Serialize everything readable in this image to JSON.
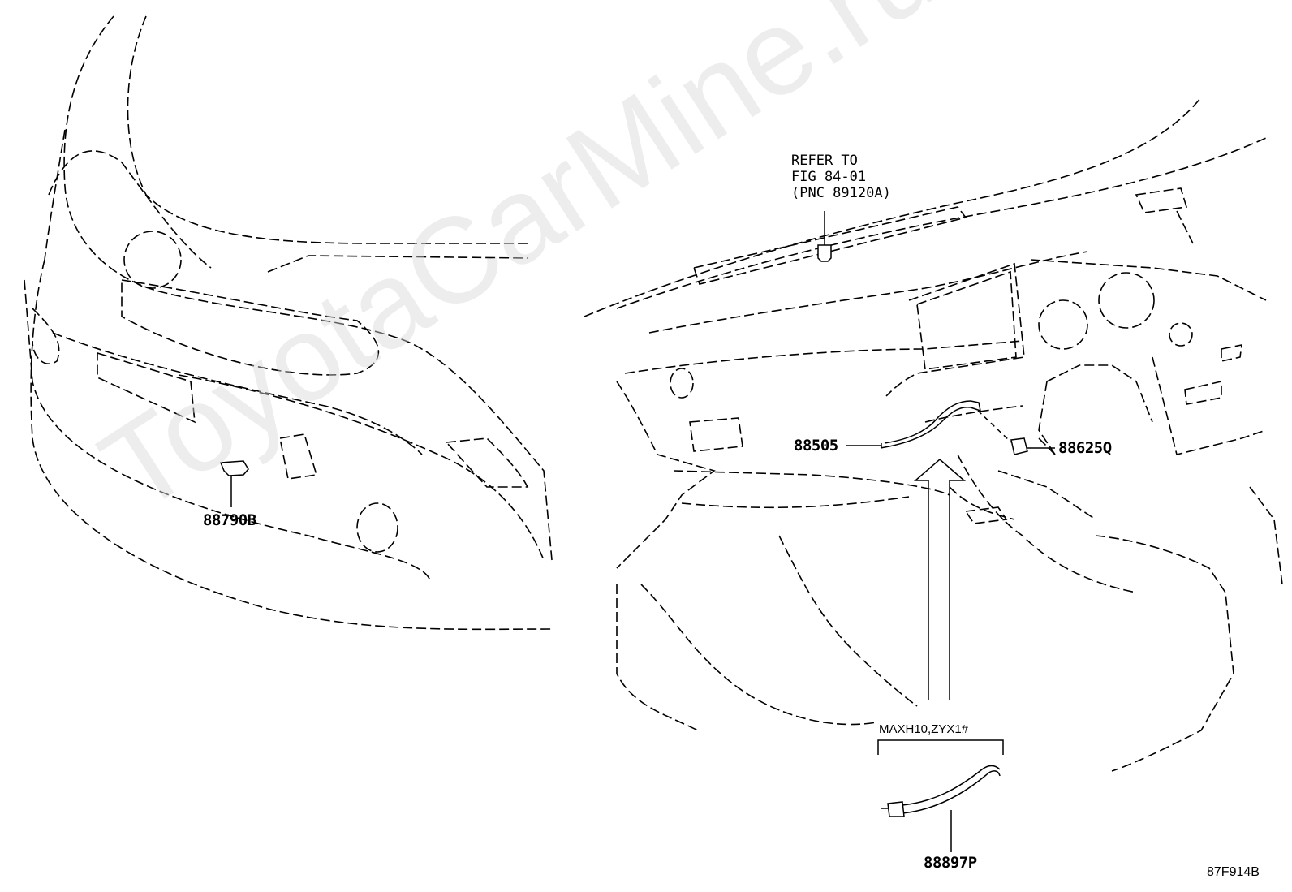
{
  "watermark": "ToyotaCarMine.ru",
  "callouts": {
    "p88790b": "88790B",
    "p88505": "88505",
    "p88625q": "88625Q",
    "p88897p": "88897P"
  },
  "reference_note": "REFER TO\nFIG 84-01\n(PNC 89120A)",
  "variant_bracket_label": "MAXH10,ZYX1#",
  "figure_id": "87F914B"
}
